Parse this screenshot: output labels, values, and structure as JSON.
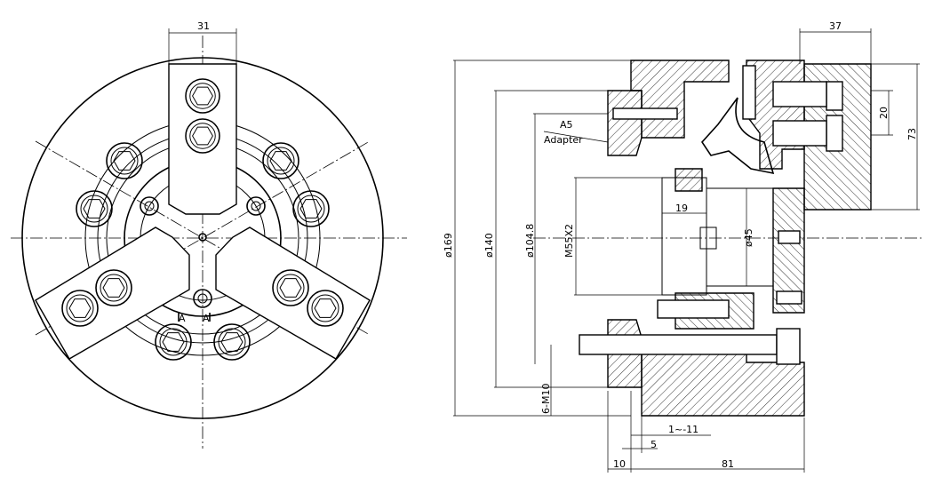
{
  "front_view": {
    "jaw_width": "31",
    "section_mark_left": "A",
    "section_mark_right": "A"
  },
  "section_view": {
    "adapter_code": "A5",
    "adapter_label": "Adapter",
    "dia_outer": "ø169",
    "dia_adapter": "ø140",
    "dia_pilot": "ø104.8",
    "thread": "M55X2",
    "bore": "ø45",
    "depth_19": "19",
    "jaw_offset": "37",
    "jaw_height": "20",
    "jaw_top": "73",
    "bolts": "6-M10",
    "stroke": "1~-11",
    "dim_5": "5",
    "dim_10": "10",
    "dim_81": "81"
  }
}
